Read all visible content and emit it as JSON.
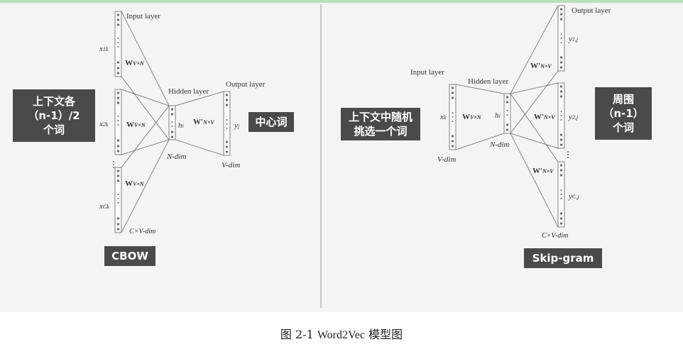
{
  "cbow": {
    "input_layer": "Input layer",
    "hidden_layer": "Hidden layer",
    "output_layer": "Output layer",
    "x1k": "x",
    "x1k_sub": "1k",
    "x2k": "x",
    "x2k_sub": "2k",
    "xck": "x",
    "xck_sub": "Ck",
    "w": "W",
    "w_sub": "V×N",
    "w_out": "W'",
    "w_out_sub": "N×V",
    "h": "h",
    "h_sub": "i",
    "y": "y",
    "y_sub": "j",
    "ndim": "N-dim",
    "vdim": "V-dim",
    "cvdim": "C×V-dim",
    "context_tag": [
      "上下文各",
      "（n-1）/2",
      "个词"
    ],
    "center_tag": "中心词",
    "model_name": "CBOW"
  },
  "skipgram": {
    "input_layer": "Input layer",
    "hidden_layer": "Hidden layer",
    "output_layer": "Output layer",
    "xk": "x",
    "xk_sub": "k",
    "w": "W",
    "w_sub": "V×N",
    "w_out": "W'",
    "w_out_sub": "N×V",
    "h": "h",
    "h_sub": "i",
    "y1j": "y",
    "y1j_sub": "1,j",
    "y2j": "y",
    "y2j_sub": "2,j",
    "ycj": "y",
    "ycj_sub": "C,j",
    "ndim": "N-dim",
    "vdim": "V-dim",
    "cvdim": "C×V-dim",
    "input_tag": [
      "上下文中随机",
      "挑选一个词"
    ],
    "output_tag": [
      "周围",
      "（n-1）",
      "个词"
    ],
    "model_name": "Skip-gram"
  },
  "caption": {
    "prefix": "图 2-1 ",
    "word": "Word2Vec",
    "suffix": " 模型图"
  },
  "colors": {
    "tag_bg": "#4a4a48",
    "tag_text": "#ffffff",
    "line": "#666666",
    "figure_bg": "#f4f4f2",
    "top_bar": "#b9e0b9"
  }
}
